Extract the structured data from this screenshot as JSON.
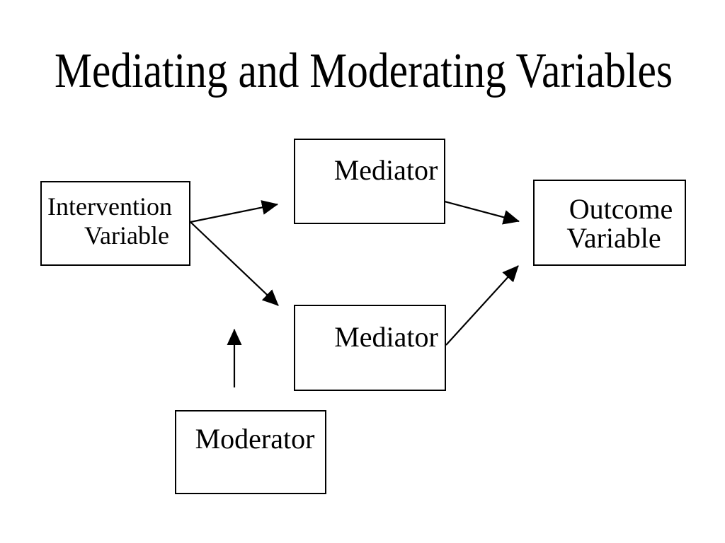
{
  "slide": {
    "title": "Mediating and Moderating Variables"
  },
  "boxes": {
    "intervention": {
      "line1": "Intervention",
      "line2": "Variable"
    },
    "mediator_top": {
      "label": "Mediator"
    },
    "mediator_bottom": {
      "label": "Mediator"
    },
    "outcome": {
      "line1": "Outcome",
      "line2": "Variable"
    },
    "moderator": {
      "label": "Moderator"
    }
  },
  "diagram": {
    "connections": [
      {
        "from": "intervention-variable",
        "to": "mediator-top"
      },
      {
        "from": "intervention-variable",
        "to": "mediator-bottom"
      },
      {
        "from": "mediator-top",
        "to": "outcome-variable"
      },
      {
        "from": "mediator-bottom",
        "to": "outcome-variable"
      },
      {
        "from": "moderator",
        "to": "path-intervention-to-mediator-bottom"
      }
    ]
  },
  "colors": {
    "background": "#ffffff",
    "text": "#000000",
    "box_border": "#000000",
    "arrow": "#000000"
  }
}
